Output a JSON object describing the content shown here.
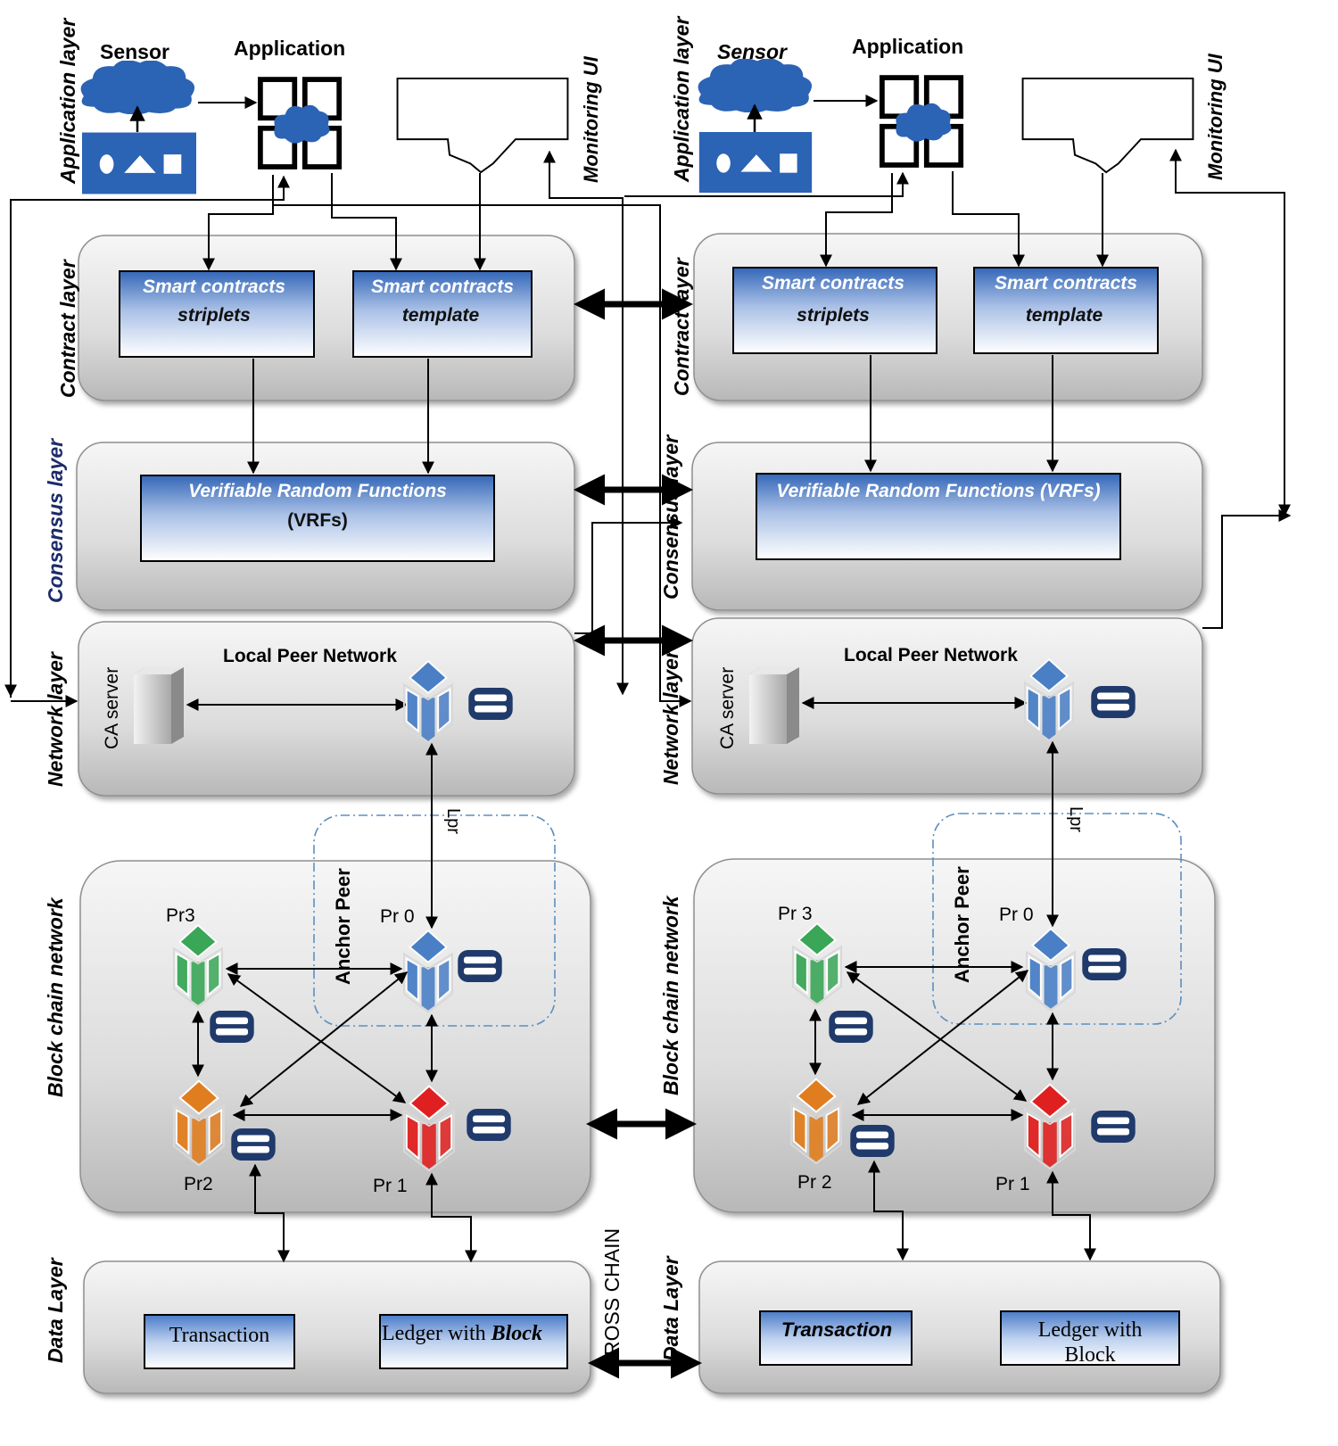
{
  "labels": {
    "application_layer": "Application layer",
    "sensor": "Sensor",
    "application": "Application",
    "monitoring_ui": "Monitoring UI",
    "contract_layer": "Contract layer",
    "sc_striplets_l1": "Smart contracts",
    "sc_striplets_l2": "striplets",
    "sc_template_l1": "Smart contracts",
    "sc_template_l2": "template",
    "consensus_layer": "Consensus layer",
    "vrf_l1": "Verifiable Random Functions",
    "vrf_l2": "(VRFs)",
    "vrf_full": "Verifiable Random Functions (VRFs)",
    "network_layer": "Network layer",
    "local_peer_network": "Local Peer Network",
    "ca_server": "CA server",
    "lpr": "Lpr",
    "blockchain_network": "Block chain network",
    "anchor_peer": "Anchor Peer",
    "pr0": "Pr 0",
    "pr1": "Pr 1",
    "pr2": "Pr2",
    "pr2_right": "Pr 2",
    "pr3": "Pr3",
    "pr3_right": "Pr 3",
    "data_layer": "Data Layer",
    "transaction": "Transaction",
    "ledger_l1": "Ledger with ",
    "ledger_block": "Block",
    "ledger_right_l1": "Ledger with",
    "ledger_right_l2": "Block",
    "cross_chain": "ROSS CHAIN"
  },
  "colors": {
    "sensor_blue": "#2b63b5",
    "box_gradient_top": "#2e5fb0",
    "box_gradient_bottom": "#ffffff",
    "peer_blue": "#4a7fc5",
    "peer_green": "#3aa657",
    "peer_orange": "#e07d1f",
    "peer_red": "#e02020",
    "database_navy": "#1f3a6b",
    "anchor_dash": "#5b8fc0"
  }
}
